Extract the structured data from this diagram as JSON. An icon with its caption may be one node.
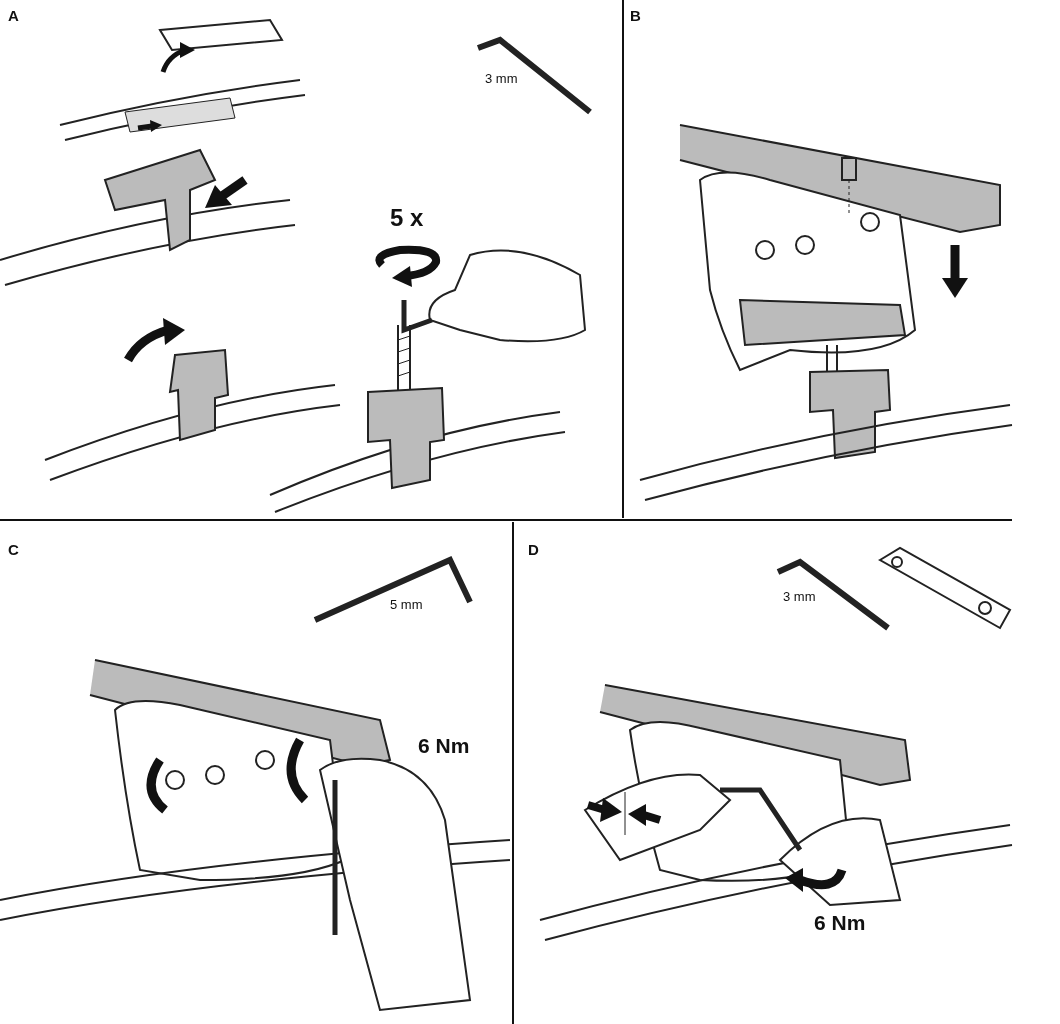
{
  "diagram": {
    "labels": [
      "A",
      "3 mm",
      "5 x",
      "B",
      "C",
      "5 mm",
      "6 Nm",
      "D",
      "3 mm",
      "6 Nm"
    ]
  }
}
